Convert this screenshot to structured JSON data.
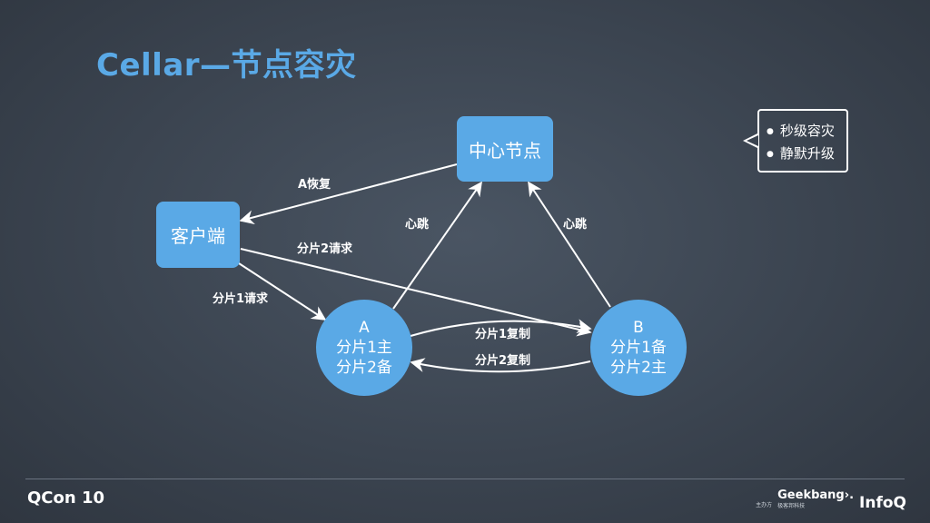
{
  "title": "Cellar—节点容灾",
  "nodes": {
    "center": "中心节点",
    "client": "客户端",
    "a": [
      "A",
      "分片1主",
      "分片2备"
    ],
    "b": [
      "B",
      "分片1备",
      "分片2主"
    ]
  },
  "edge_labels": {
    "a_recover": "A恢复",
    "heartbeat_a": "心跳",
    "heartbeat_b": "心跳",
    "shard2_request": "分片2请求",
    "shard1_request": "分片1请求",
    "shard1_copy": "分片1复制",
    "shard2_copy": "分片2复制"
  },
  "callout": {
    "items": [
      "秒级容灾",
      "静默升级"
    ]
  },
  "footer": {
    "left_logo": "QCon 10",
    "host_small": "主办方",
    "geekbang": "Geekbang›.",
    "geekbang_sub": "极客邦科技",
    "infoq": "InfoQ"
  },
  "colors": {
    "accent": "#5aa9e6",
    "background": "#3b4450",
    "text": "#ffffff"
  }
}
